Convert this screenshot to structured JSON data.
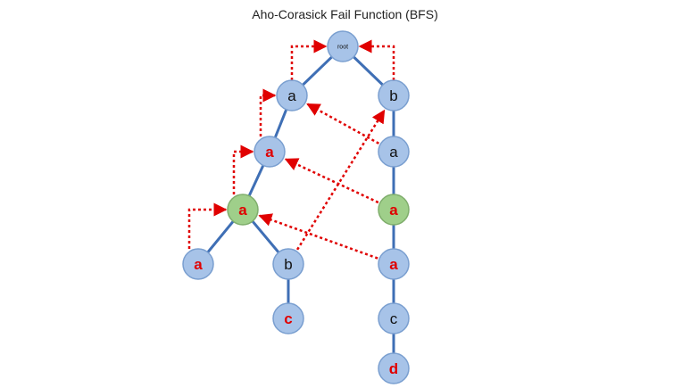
{
  "title": "Aho-Corasick Fail Function (BFS)",
  "colors": {
    "node_fill": "#a7c3e8",
    "node_stroke": "#7a9fd0",
    "highlight_fill": "#9fcf8a",
    "highlight_stroke": "#7fae6c",
    "edge": "#3f6fb5",
    "fail_link": "#e00000",
    "label_red": "#e00000",
    "label_dark": "#111111"
  },
  "nodes": [
    {
      "id": "root",
      "label": "root",
      "label_color": "dark",
      "highlight": false
    },
    {
      "id": "n_a1",
      "label": "a",
      "label_color": "dark",
      "highlight": false
    },
    {
      "id": "n_b1",
      "label": "b",
      "label_color": "dark",
      "highlight": false
    },
    {
      "id": "n_a2",
      "label": "a",
      "label_color": "red",
      "highlight": false
    },
    {
      "id": "n_a3",
      "label": "a",
      "label_color": "red",
      "highlight": true
    },
    {
      "id": "n_a4",
      "label": "a",
      "label_color": "red",
      "highlight": false
    },
    {
      "id": "n_b2",
      "label": "b",
      "label_color": "dark",
      "highlight": false
    },
    {
      "id": "n_c1",
      "label": "c",
      "label_color": "red",
      "highlight": false
    },
    {
      "id": "n_ba",
      "label": "a",
      "label_color": "dark",
      "highlight": false
    },
    {
      "id": "n_baa",
      "label": "a",
      "label_color": "red",
      "highlight": true
    },
    {
      "id": "n_baaa",
      "label": "a",
      "label_color": "red",
      "highlight": false
    },
    {
      "id": "n_c2",
      "label": "c",
      "label_color": "dark",
      "highlight": false
    },
    {
      "id": "n_d",
      "label": "d",
      "label_color": "red",
      "highlight": false
    }
  ],
  "edges": [
    [
      "root",
      "n_a1"
    ],
    [
      "root",
      "n_b1"
    ],
    [
      "n_a1",
      "n_a2"
    ],
    [
      "n_a2",
      "n_a3"
    ],
    [
      "n_a3",
      "n_a4"
    ],
    [
      "n_a3",
      "n_b2"
    ],
    [
      "n_b2",
      "n_c1"
    ],
    [
      "n_b1",
      "n_ba"
    ],
    [
      "n_ba",
      "n_baa"
    ],
    [
      "n_baa",
      "n_baaa"
    ],
    [
      "n_baaa",
      "n_c2"
    ],
    [
      "n_c2",
      "n_d"
    ]
  ],
  "fail_links": [
    {
      "from": "n_a1",
      "to": "root",
      "route": "elbow-left"
    },
    {
      "from": "n_b1",
      "to": "root",
      "route": "elbow-right"
    },
    {
      "from": "n_a2",
      "to": "n_a1",
      "route": "elbow-left"
    },
    {
      "from": "n_a3",
      "to": "n_a2",
      "route": "elbow-left"
    },
    {
      "from": "n_a4",
      "to": "n_a3",
      "route": "elbow-left"
    },
    {
      "from": "n_ba",
      "to": "n_a1",
      "route": "straight"
    },
    {
      "from": "n_baa",
      "to": "n_a2",
      "route": "straight"
    },
    {
      "from": "n_baaa",
      "to": "n_a3",
      "route": "straight"
    },
    {
      "from": "n_b2",
      "to": "n_b1",
      "route": "straight"
    }
  ]
}
